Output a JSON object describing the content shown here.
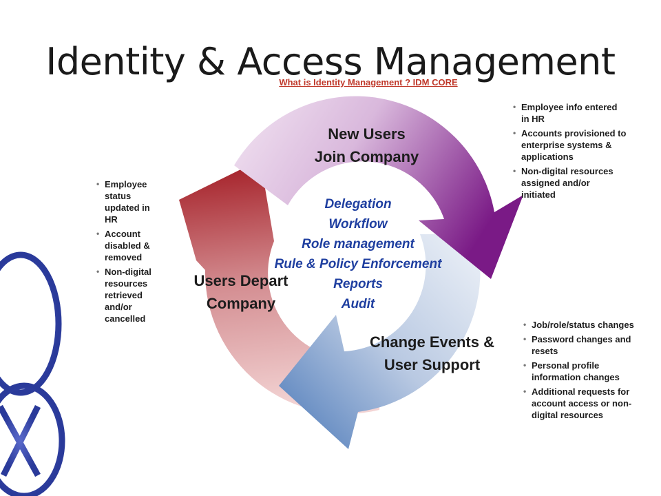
{
  "slide": {
    "title": "Identity & Access Management",
    "subtitle": "What is Identity Management ? IDM CORE"
  },
  "stages": {
    "new_users": {
      "line1": "New Users",
      "line2": "Join Company"
    },
    "change_events": {
      "line1": "Change Events &",
      "line2": "User Support"
    },
    "users_depart": {
      "line1": "Users Depart",
      "line2": "Company"
    }
  },
  "center_items": [
    "Delegation",
    "Workflow",
    "Role management",
    "Rule & Policy Enforcement",
    "Reports",
    "Audit"
  ],
  "bullets": {
    "new_users": [
      "Employee info entered in HR",
      "Accounts provisioned to enterprise systems & applications",
      "Non-digital resources assigned and/or initiated"
    ],
    "change_events": [
      "Job/role/status changes",
      "Password changes and resets",
      "Personal profile information changes",
      "Additional requests for account access or non-digital resources"
    ],
    "users_depart": [
      "Employee status updated in HR",
      "Account disabled & removed",
      "Non-digital resources retrieved and/or cancelled"
    ]
  },
  "colors": {
    "purple_arrow": "#7a1a86",
    "blue_arrow": "#4a78b8",
    "red_arrow": "#a31c24",
    "center_text": "#1f3fa0",
    "subtitle": "#c0392b",
    "logo": "#2a3a9a"
  }
}
